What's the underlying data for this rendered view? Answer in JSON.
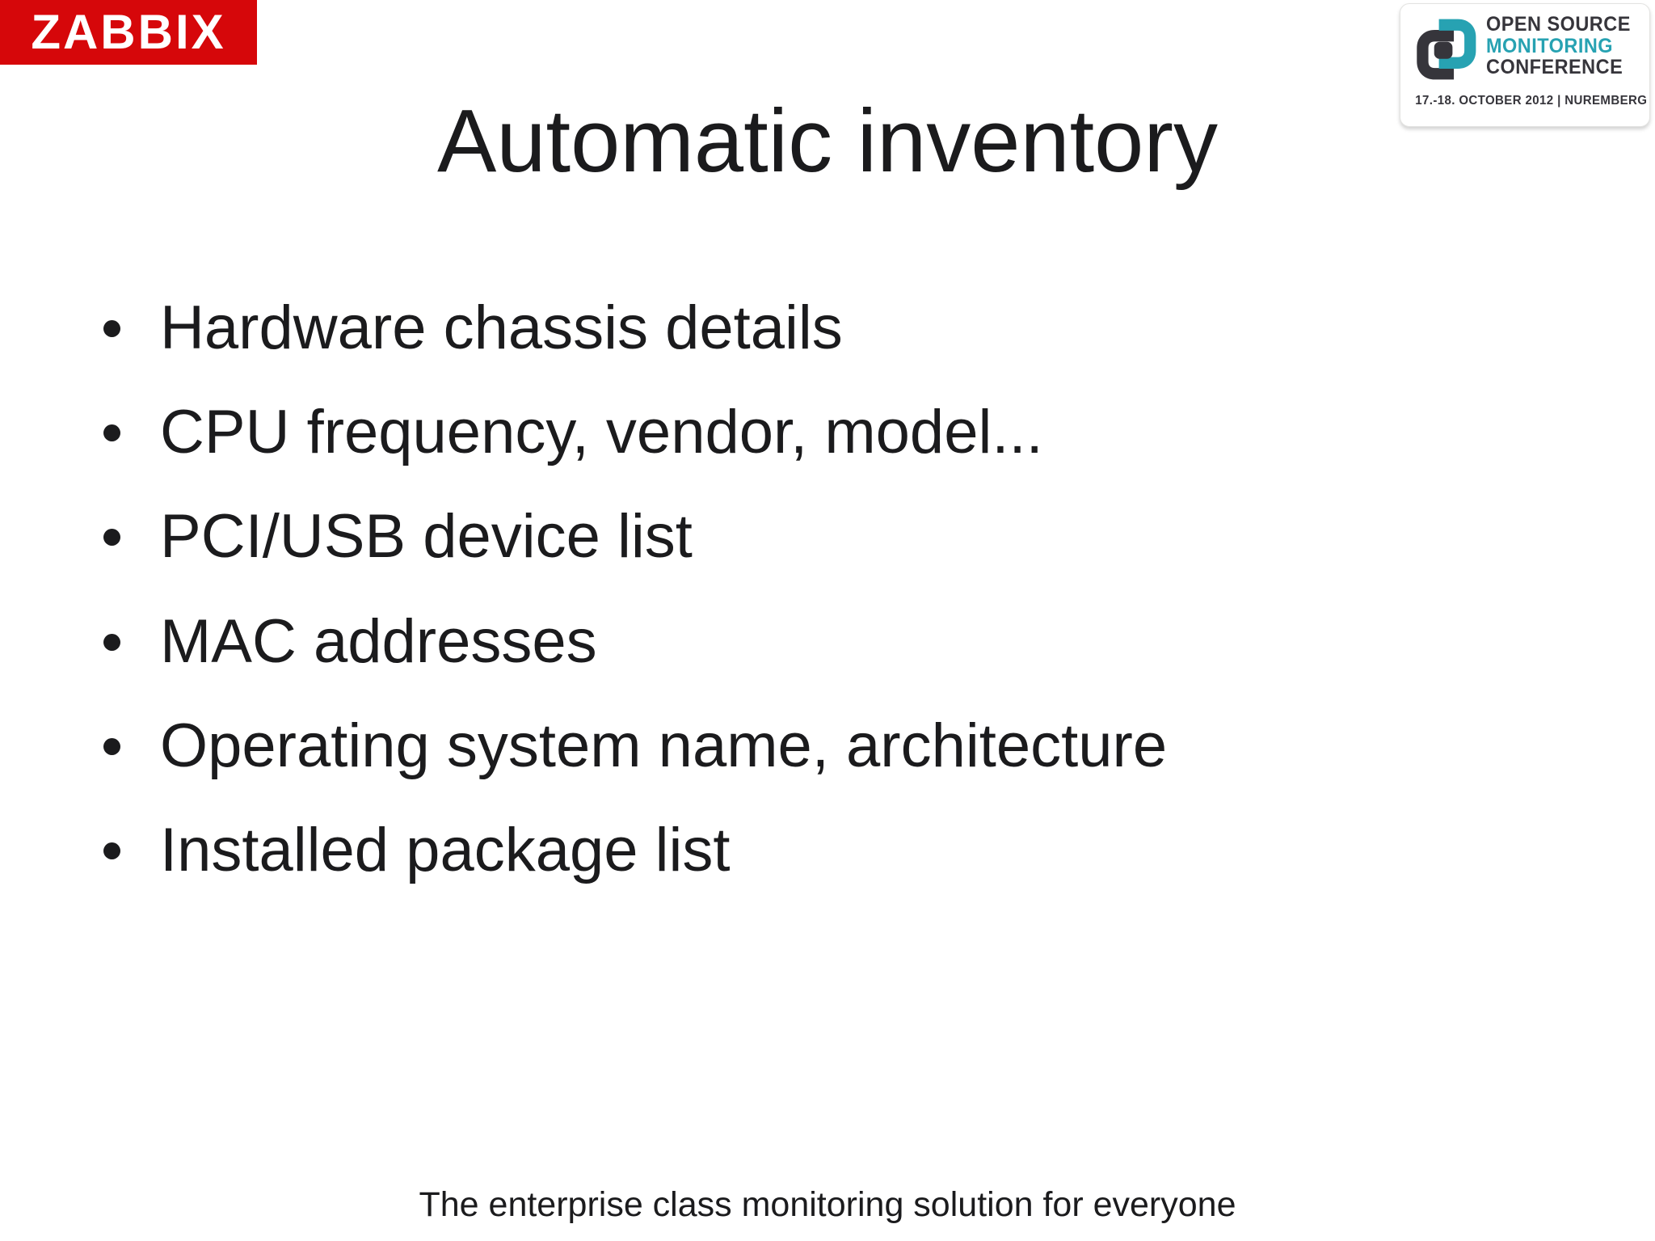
{
  "brand": {
    "logo_text": "ZABBIX",
    "logo_bg_color": "#d6070a",
    "logo_text_color": "#ffffff"
  },
  "conference_badge": {
    "line1": "OPEN SOURCE",
    "line2": "MONITORING",
    "line3": "CONFERENCE",
    "date_location": "17.-18. OCTOBER 2012  |  NUREMBERG",
    "accent_color": "#27a2b2",
    "dark_color": "#36353b",
    "icon": "interlocking-brackets-icon"
  },
  "slide": {
    "title": "Automatic inventory",
    "bullets": [
      "Hardware chassis details",
      "CPU frequency, vendor, model...",
      "PCI/USB device list",
      "MAC addresses",
      "Operating system name, architecture",
      "Installed package list"
    ],
    "footer": "The enterprise class monitoring solution for everyone"
  }
}
